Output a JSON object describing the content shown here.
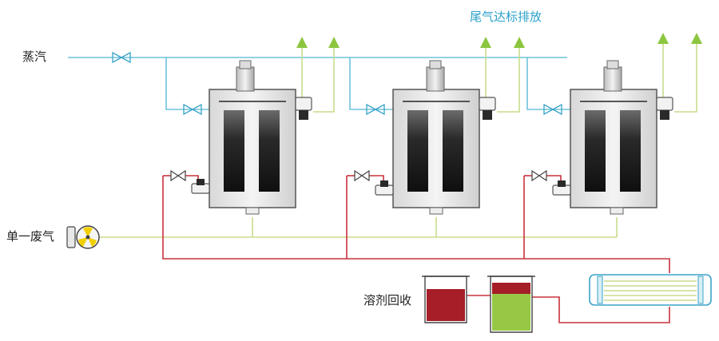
{
  "labels": {
    "steam": "蒸汽",
    "exhaust_ok": "尾气达标排放",
    "waste_gas": "单一废气",
    "solvent_recovery": "溶剂回收"
  },
  "colors": {
    "steam_line": "#6ec3dc",
    "gas_line": "#c8dc8c",
    "solvent_line": "#c8323c",
    "vent_arrow": "#8cc63f",
    "tank_dark": "#2a2a2a",
    "tank_gray": "#e6e6e6",
    "recovery_red": "#a51e28",
    "recovery_green": "#96c846"
  },
  "diagram": {
    "adsorbers": 3,
    "vent_arrows_per_adsorber": 2
  }
}
